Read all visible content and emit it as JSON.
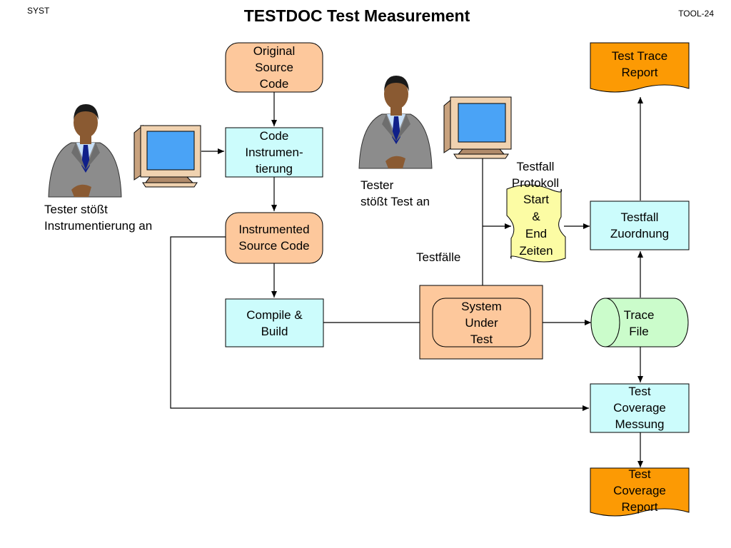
{
  "header": {
    "left": "SYST",
    "title": "TESTDOC  Test Measurement",
    "right": "TOOL-24"
  },
  "nodes": {
    "original_source_code": "Original\nSource\nCode",
    "code_instrumentierung": "Code\nInstrumen-\ntierung",
    "instrumented_source_code": "Instrumented\nSource Code",
    "compile_build": "Compile &\nBuild",
    "system_under_test": "System\nUnder\nTest",
    "trace_file": "Trace\nFile",
    "test_coverage_messung": "Test\nCoverage\nMessung",
    "test_coverage_report": "Test\nCoverage\nReport",
    "testfall_zuordnung": "Testfall\nZuordnung",
    "test_trace_report": "Test Trace\nReport",
    "start_end_zeiten": "Start\n&\nEnd\nZeiten"
  },
  "labels": {
    "tester_instrumentierung": "Tester stößt\nInstrumentierung an",
    "tester_test": "Tester\nstößt Test an",
    "testfall_protokoll": "Testfall\nProtokoll",
    "testfaelle": "Testfälle"
  },
  "colors": {
    "orange_light": "#fdc89c",
    "cyan_light": "#ccfcfc",
    "green_light": "#cbfccb",
    "yellow_light": "#fcfca4",
    "orange": "#fc9a04",
    "monitor_body": "#f0d2b0",
    "monitor_screen": "#4aa3f6",
    "suit": "#8c8c8c",
    "tie": "#10208a",
    "skin": "#8a5a32"
  }
}
